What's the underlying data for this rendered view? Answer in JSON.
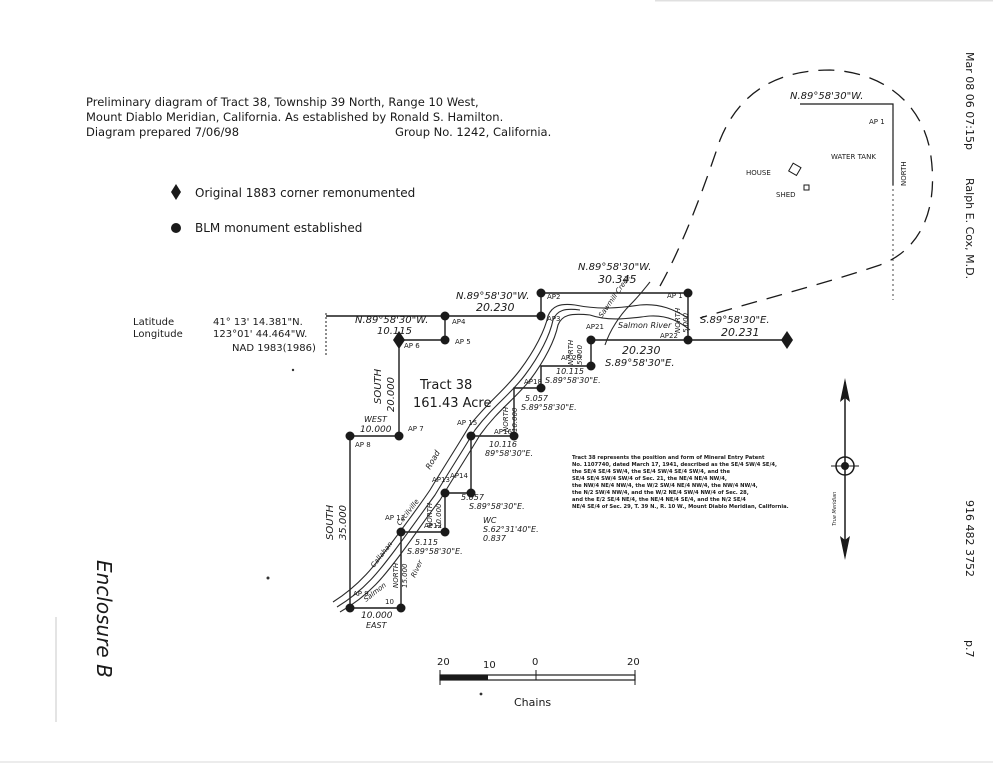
{
  "header": {
    "line1": "Preliminary diagram of Tract 38, Township 39 North, Range 10 West,",
    "line2": "Mount Diablo Meridian, California.  As established by Ronald S. Hamilton.",
    "line3a": "Diagram prepared 7/06/98",
    "line3b": "Group No. 1242, California."
  },
  "legend": {
    "diamond_label": "Original 1883 corner remonumented",
    "dot_label": "BLM monument established"
  },
  "coords": {
    "lat_label": "Latitude",
    "lat_value": "41° 13' 14.381\"N.",
    "lon_label": "Longitude",
    "lon_value": "123°01' 44.464\"W.",
    "datum": "NAD 1983(1986)"
  },
  "tract": {
    "name": "Tract 38",
    "area": "161.43 Acre"
  },
  "fax": {
    "timestamp": "Mar 08 06 07:15p",
    "sender": "Ralph E. Cox, M.D.",
    "phone": "916 482 3752",
    "page": "p.7"
  },
  "enclosure": "Enclosure B",
  "corner_labels": {
    "ap1": "AP 1",
    "ap2": "AP2",
    "ap3": "AP3",
    "ap4": "AP4",
    "ap5": "AP 5",
    "ap6": "AP 6",
    "ap7": "AP 7",
    "ap8": "AP 8",
    "ap9": "AP 9",
    "ap10": "10",
    "ap11": "AP 11",
    "ap12": "AP12",
    "ap13": "AP13",
    "ap14": "AP14",
    "ap15": "AP 15",
    "ap16": "AP16",
    "ap18": "AP18",
    "ap20": "AP 20",
    "ap21": "AP21",
    "ap22": "AP22",
    "ap1_top": "AP 1"
  },
  "courses": {
    "top_north": "N.89°58'30\"W.",
    "top_north_dist": "30.345",
    "ap2_west": "N.89°58'30\"W.",
    "ap2_west_dist": "20.230",
    "ap4_west": "N.89°58'30\"W.",
    "ap4_west_dist": "10.115",
    "east_course": "S.89°58'30\"E.",
    "east_dist": "20.231",
    "ap20_course": "S.89°58'30\"E.",
    "ap20_dist": "20.230",
    "south_20": "SOUTH",
    "south_20_dist": "20.000",
    "west_10": "WEST",
    "west_10_dist": "10.000",
    "south_35": "SOUTH",
    "south_35_dist": "35.000",
    "east_10_dist": "10.000",
    "east_10": "EAST",
    "c_10115": "10.115",
    "c_10115_b": "S.89°58'30\"E.",
    "c_5057": "5.057",
    "c_5057_b": "S.89°58'30\"E.",
    "c_10116": "10.116",
    "c_10116_b": "89°58'30\"E.",
    "c_5057b": "5.057",
    "c_5057b_b": "S.89°58'30\"E.",
    "wc": "WC",
    "wc_b": "S.62°31'40\"E.",
    "wc_c": "0.837",
    "c_5115": "5.115",
    "c_5115_b": "S.89°58'30\"E.",
    "north_5": "NORTH",
    "north_5_dist": "5.000",
    "north_10": "NORTH",
    "north_10_dist": "10.000",
    "north_15": "NORTH",
    "north_15_dist": "15.000",
    "north_10b": "NORTH",
    "north_10b_dist": "10.000",
    "north_right": "NORTH",
    "north_right_dist": "5.000",
    "north_inset": "NORTH"
  },
  "features": {
    "salmon_river": "Salmon River",
    "salmon_river_2": "Salmon",
    "river": "River",
    "sawmill_creek": "Sawmill Creek",
    "road": "Road",
    "callahan": "Callahan",
    "cecilville": "Cecilville",
    "north_inset_course": "N.89°58'30\"W.",
    "water_tank": "WATER TANK",
    "house": "HOUSE",
    "shed": "SHED"
  },
  "note": [
    "Tract 38 represents the position and form of Mineral Entry Patent",
    "No. 1107740, dated March 17, 1941, described as the SE/4 SW/4 SE/4,",
    "the SE/4 SE/4 SW/4, the SE/4 SW/4 SE/4 SW/4, and the",
    "SE/4 SE/4 SW/4 SW/4 of Sec. 21, the NE/4 NE/4 NW/4,",
    "the NW/4 NE/4 NW/4, the W/2 SW/4 NE/4 NW/4, the NW/4 NW/4,",
    "the N/2 SW/4 NW/4, and the W/2 NE/4 SW/4 NW/4 of Sec. 28,",
    "and the E/2 SE/4 NE/4, the NE/4 NE/4 SE/4, and the N/2 SE/4",
    "NE/4 SE/4 of Sec. 29, T. 39 N., R. 10 W., Mount Diablo Meridian, California."
  ],
  "scale": {
    "label_20_left": "20",
    "label_10": "10",
    "label_0": "0",
    "label_20_right": "20",
    "units": "Chains"
  },
  "declination": "True Meridian"
}
